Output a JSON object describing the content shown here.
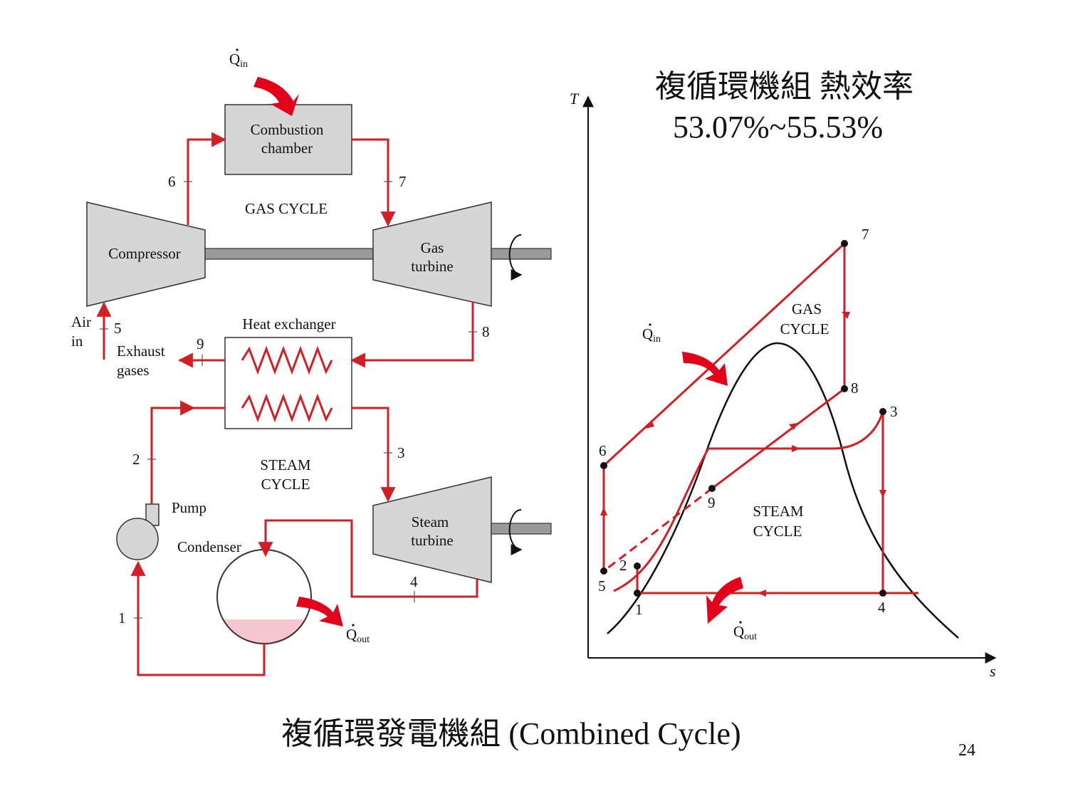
{
  "slide": {
    "title_line1": "複循環機組 熱效率",
    "title_line2": "53.07%~55.53%",
    "caption": "複循環發電機組 (Combined Cycle)",
    "page_number": "24"
  },
  "schematic": {
    "q_in": "Q",
    "q_in_sub": "in",
    "combustion_line1": "Combustion",
    "combustion_line2": "chamber",
    "gas_cycle": "GAS CYCLE",
    "compressor": "Compressor",
    "gas_turbine_line1": "Gas",
    "gas_turbine_line2": "turbine",
    "air_line1": "Air",
    "air_line2": "in",
    "heat_exchanger": "Heat exchanger",
    "exhaust_line1": "Exhaust",
    "exhaust_line2": "gases",
    "steam_cycle_line1": "STEAM",
    "steam_cycle_line2": "CYCLE",
    "pump": "Pump",
    "condenser": "Condenser",
    "steam_turbine_line1": "Steam",
    "steam_turbine_line2": "turbine",
    "q_out": "Q",
    "q_out_sub": "out",
    "states": [
      "1",
      "2",
      "3",
      "4",
      "5",
      "6",
      "7",
      "8",
      "9"
    ]
  },
  "ts_diagram": {
    "y_axis": "T",
    "x_axis": "s",
    "q_in": "Q",
    "q_in_sub": "in",
    "q_out": "Q",
    "q_out_sub": "out",
    "gas_cycle_line1": "GAS",
    "gas_cycle_line2": "CYCLE",
    "steam_cycle_line1": "STEAM",
    "steam_cycle_line2": "CYCLE",
    "states": [
      "1",
      "2",
      "3",
      "4",
      "5",
      "6",
      "7",
      "8",
      "9"
    ]
  },
  "colors": {
    "cycle_line": "#d21f26",
    "arrow": "#e3001b",
    "component_fill": "#d6d6d6",
    "condensate": "#f6c7d0",
    "dome": "#111111"
  }
}
